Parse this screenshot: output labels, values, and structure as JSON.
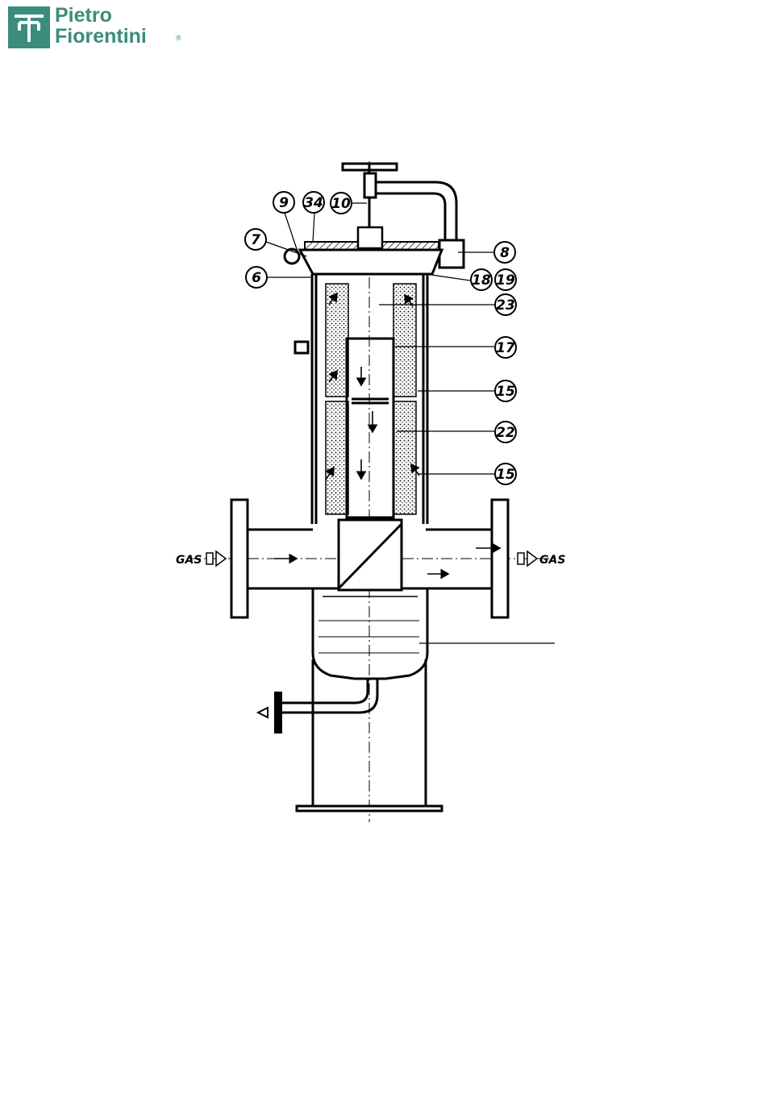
{
  "brand": {
    "line1": "Pietro",
    "line2": "Fiorentini",
    "reg_mark": "®",
    "color": "#3a8c7c"
  },
  "labels": {
    "l9": "9",
    "l34": "34",
    "l10": "10",
    "l7": "7",
    "l8": "8",
    "l6": "6",
    "l18": "18",
    "l19": "19",
    "l23": "23",
    "l17": "17",
    "l15a": "15",
    "l22": "22",
    "l15b": "15"
  },
  "gas": {
    "inlet": "GAS",
    "outlet": "GAS"
  }
}
